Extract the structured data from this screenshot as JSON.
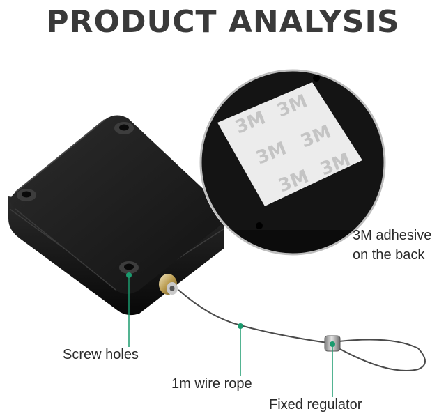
{
  "title": "PRODUCT ANALYSIS",
  "labels": {
    "adhesive_line1": "3M adhesive",
    "adhesive_line2": "on the back",
    "screw_holes": "Screw holes",
    "wire_rope": "1m wire rope",
    "fixed_regulator": "Fixed regulator"
  },
  "sticker_text": "3M",
  "colors": {
    "pointer": "#1a9a6e",
    "device": "#1c1c1c",
    "sticker": "#ececec"
  }
}
